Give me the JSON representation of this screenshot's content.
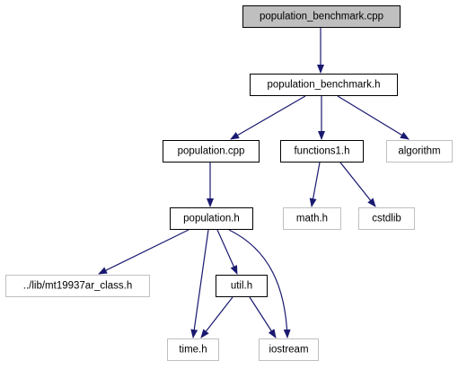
{
  "nodes": [
    {
      "id": "population_benchmark_cpp",
      "label": "population_benchmark.cpp",
      "kind": "root"
    },
    {
      "id": "population_benchmark_h",
      "label": "population_benchmark.h",
      "kind": "documented"
    },
    {
      "id": "population_cpp",
      "label": "population.cpp",
      "kind": "documented"
    },
    {
      "id": "functions1_h",
      "label": "functions1.h",
      "kind": "documented"
    },
    {
      "id": "algorithm",
      "label": "algorithm",
      "kind": "external"
    },
    {
      "id": "population_h",
      "label": "population.h",
      "kind": "documented"
    },
    {
      "id": "math_h",
      "label": "math.h",
      "kind": "external"
    },
    {
      "id": "cstdlib",
      "label": "cstdlib",
      "kind": "external"
    },
    {
      "id": "mt19937ar_class_h",
      "label": "../lib/mt19937ar_class.h",
      "kind": "external"
    },
    {
      "id": "util_h",
      "label": "util.h",
      "kind": "documented"
    },
    {
      "id": "time_h",
      "label": "time.h",
      "kind": "external"
    },
    {
      "id": "iostream",
      "label": "iostream",
      "kind": "external"
    }
  ],
  "edges": [
    {
      "from": "population_benchmark_cpp",
      "to": "population_benchmark_h"
    },
    {
      "from": "population_benchmark_h",
      "to": "population_cpp"
    },
    {
      "from": "population_benchmark_h",
      "to": "functions1_h"
    },
    {
      "from": "population_benchmark_h",
      "to": "algorithm"
    },
    {
      "from": "population_cpp",
      "to": "population_h"
    },
    {
      "from": "functions1_h",
      "to": "math_h"
    },
    {
      "from": "functions1_h",
      "to": "cstdlib"
    },
    {
      "from": "population_h",
      "to": "mt19937ar_class_h"
    },
    {
      "from": "population_h",
      "to": "util_h"
    },
    {
      "from": "population_h",
      "to": "time_h"
    },
    {
      "from": "population_h",
      "to": "iostream"
    },
    {
      "from": "util_h",
      "to": "time_h"
    },
    {
      "from": "util_h",
      "to": "iostream"
    }
  ],
  "colors": {
    "root_fill": "#bfbfbf",
    "root_border": "#000000",
    "documented_fill": "#ffffff",
    "documented_border": "#000000",
    "external_fill": "#ffffff",
    "external_border": "#bfbfbf",
    "edge": "#191970",
    "text": "#000000"
  }
}
